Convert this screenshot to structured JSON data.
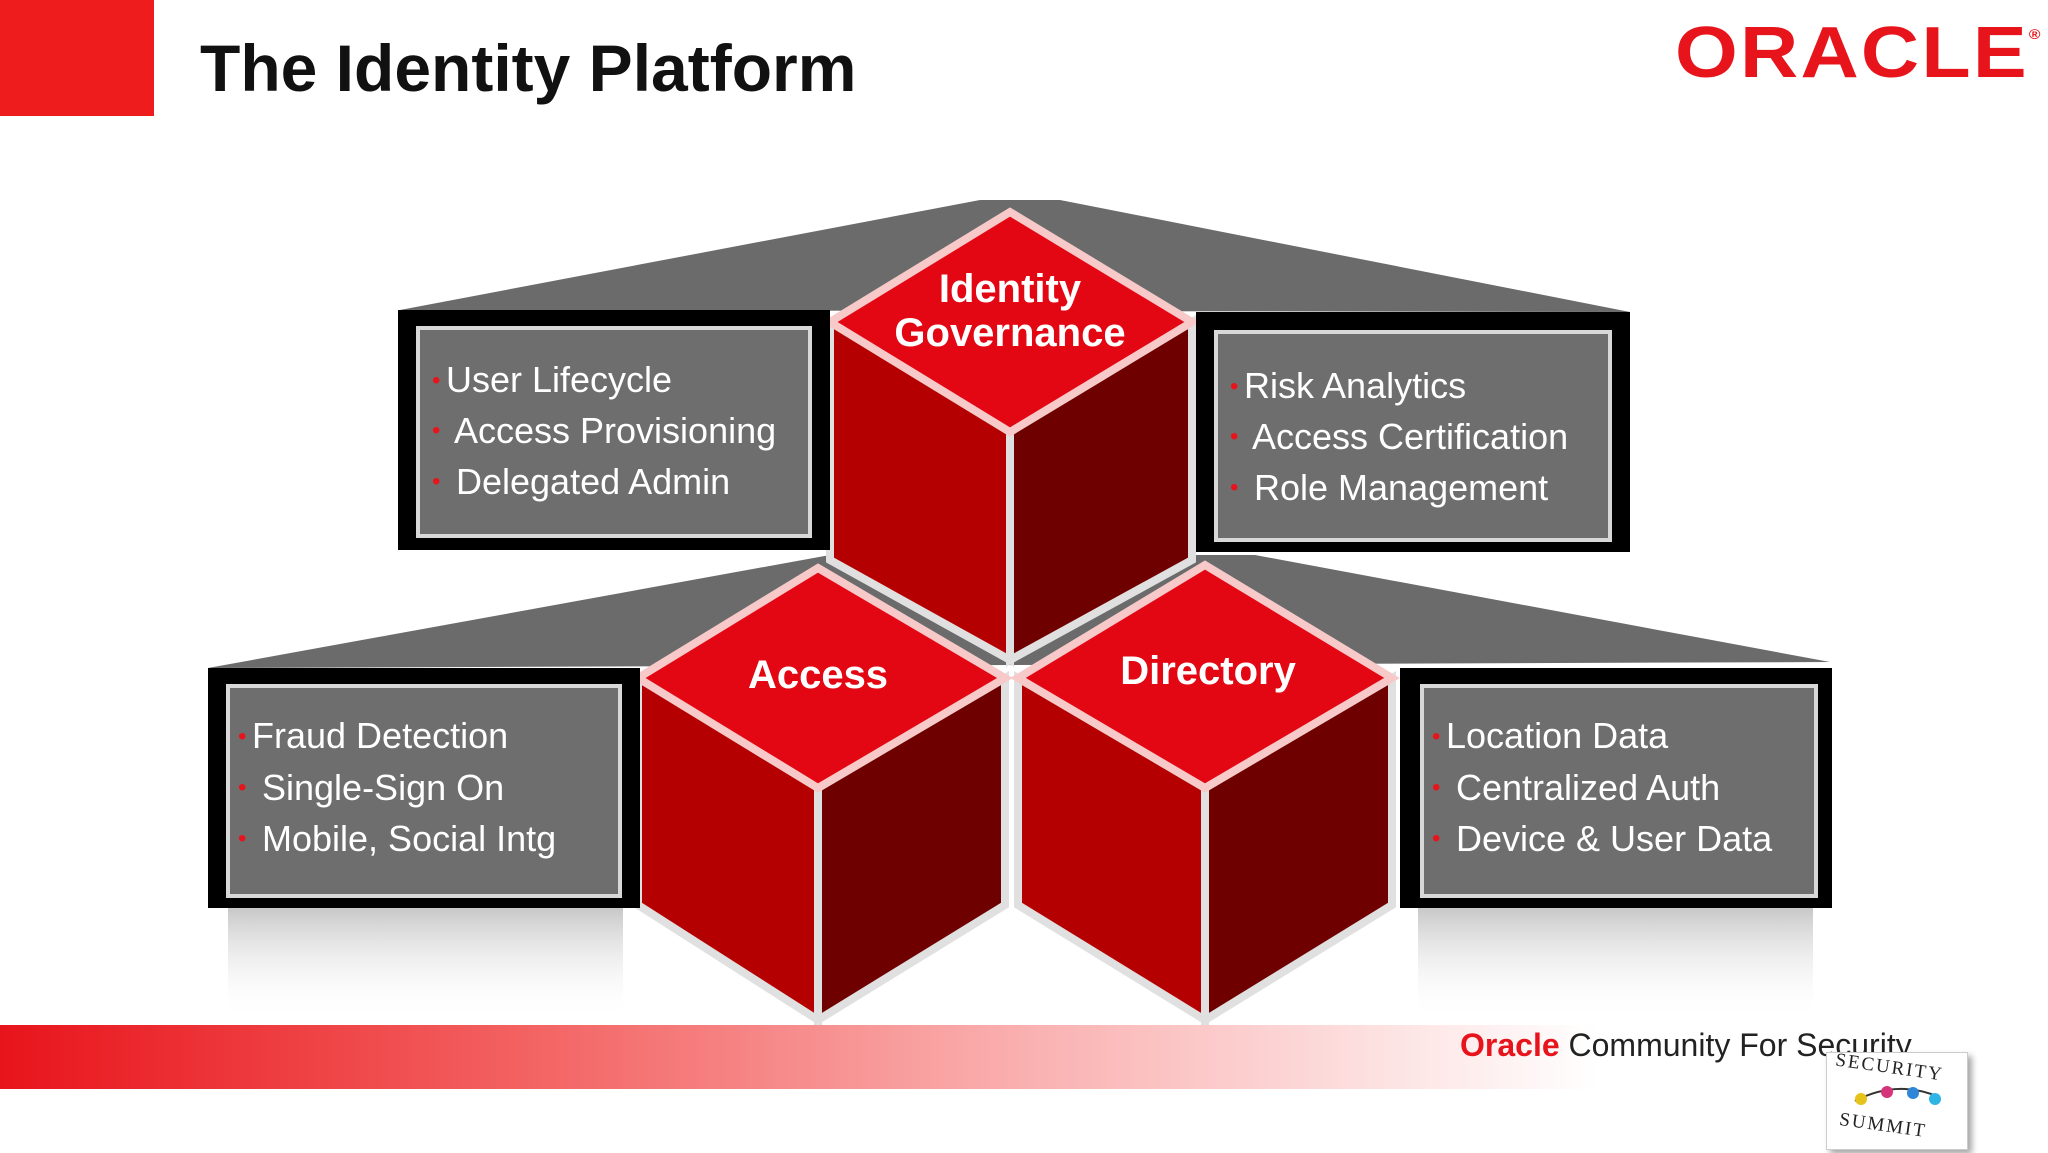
{
  "header": {
    "title": "The Identity Platform",
    "logo_text": "ORACLE",
    "logo_mark": "®"
  },
  "diagram": {
    "cubes": {
      "governance_line1": "Identity",
      "governance_line2": "Governance",
      "access": "Access",
      "directory": "Directory"
    },
    "panels": {
      "governance_left": [
        "User Lifecycle",
        "Access Provisioning",
        "Delegated Admin"
      ],
      "governance_right": [
        "Risk Analytics",
        "Access Certification",
        "Role Management"
      ],
      "access": [
        "Fraud Detection",
        "Single-Sign On",
        "Mobile, Social Intg"
      ],
      "directory": [
        "Location Data",
        "Centralized Auth",
        "Device & User Data"
      ]
    },
    "bullet": "•",
    "colors": {
      "accent": "#e8141b",
      "cube_top": "#e30613",
      "cube_left": "#b20000",
      "cube_right": "#6e0000",
      "panel_bg": "#6e6e6e",
      "panel_text": "#ffffff"
    }
  },
  "footer": {
    "brand": "Oracle",
    "text": "Community For Security",
    "badge_top": "SECURITY",
    "badge_bottom": "SUMMIT"
  }
}
